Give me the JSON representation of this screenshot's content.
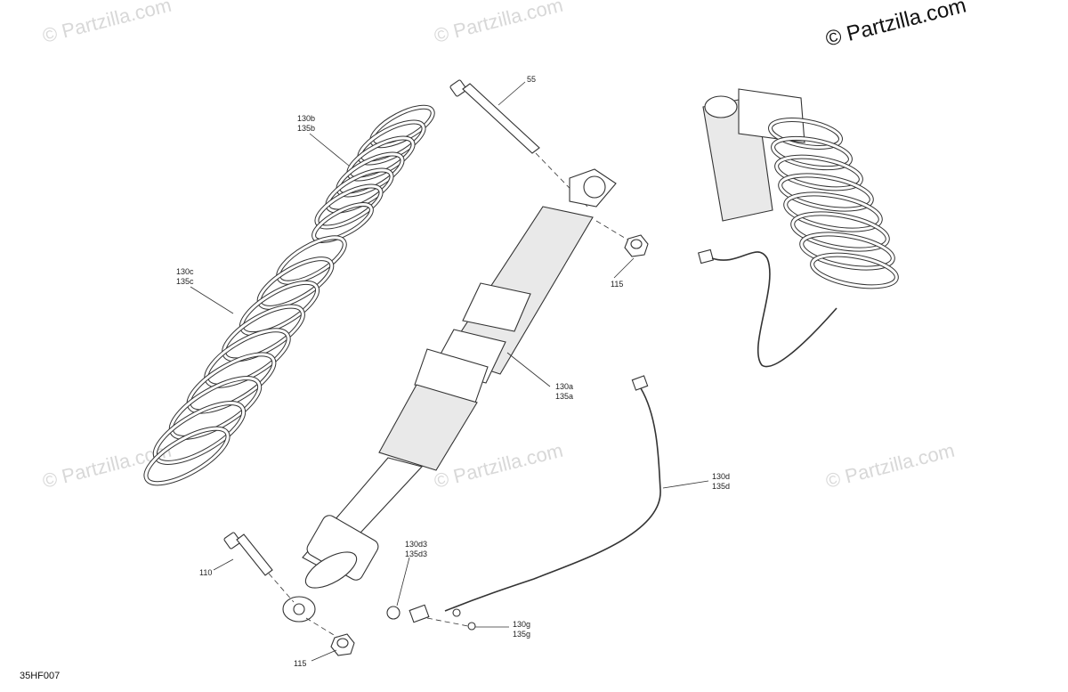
{
  "watermark": {
    "brand": "© Partzilla.com",
    "main": "© Partzilla.com"
  },
  "figure_ref": "35HF007",
  "callouts": [
    {
      "id": "c55",
      "lines": [
        "55"
      ]
    },
    {
      "id": "c130b",
      "lines": [
        "130b",
        "135b"
      ]
    },
    {
      "id": "c130c",
      "lines": [
        "130c",
        "135c"
      ]
    },
    {
      "id": "c115a",
      "lines": [
        "115"
      ]
    },
    {
      "id": "c130a",
      "lines": [
        "130a",
        "135a"
      ]
    },
    {
      "id": "c130d",
      "lines": [
        "130d",
        "135d"
      ]
    },
    {
      "id": "c110",
      "lines": [
        "110"
      ]
    },
    {
      "id": "c130d3",
      "lines": [
        "130d3",
        "135d3"
      ]
    },
    {
      "id": "c130g",
      "lines": [
        "130g",
        "135g"
      ]
    },
    {
      "id": "c115b",
      "lines": [
        "115"
      ]
    }
  ]
}
